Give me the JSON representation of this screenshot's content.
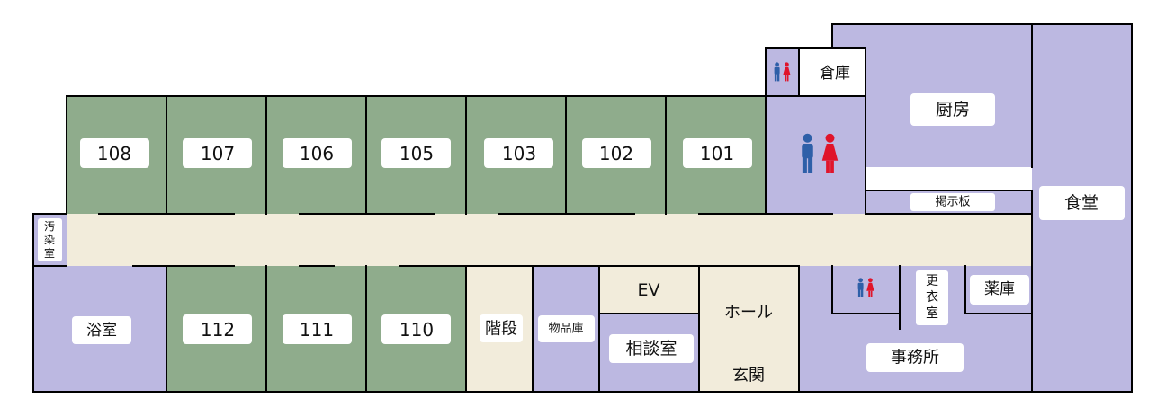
{
  "colors": {
    "resident_room": "#8fac8c",
    "facility": "#bcb8e1",
    "corridor": "#f2ecdb",
    "wall": "#000000",
    "label_bg": "#ffffff",
    "male": "#2e5fa8",
    "female": "#e0142a"
  },
  "rooms": {
    "r108": "108",
    "r107": "107",
    "r106": "106",
    "r105": "105",
    "r103": "103",
    "r102": "102",
    "r101": "101",
    "r112": "112",
    "r111": "111",
    "r110": "110"
  },
  "facilities": {
    "storage": "倉庫",
    "kitchen": "厨房",
    "dining": "食堂",
    "bulletin": "掲示板",
    "sluice": [
      "汚",
      "染",
      "室"
    ],
    "bath": "浴室",
    "stairs": "階段",
    "supplies": "物品庫",
    "elevator": "EV",
    "consultation": "相談室",
    "hall": "ホール",
    "entrance": "玄関",
    "changing": [
      "更",
      "衣",
      "室"
    ],
    "pharmacy": "薬庫",
    "office": "事務所"
  },
  "icons": {
    "small_restroom": "restroom-icon",
    "large_restroom": "restroom-icon",
    "office_restroom": "restroom-icon"
  }
}
